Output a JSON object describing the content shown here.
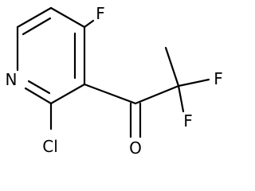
{
  "molecule": {
    "atoms": {
      "ring_nitrogen": "N",
      "ring_fluorine": "F",
      "chlorine": "Cl",
      "carbonyl_oxygen": "O",
      "difluoro_top": "F",
      "difluoro_bottom": "F"
    }
  }
}
